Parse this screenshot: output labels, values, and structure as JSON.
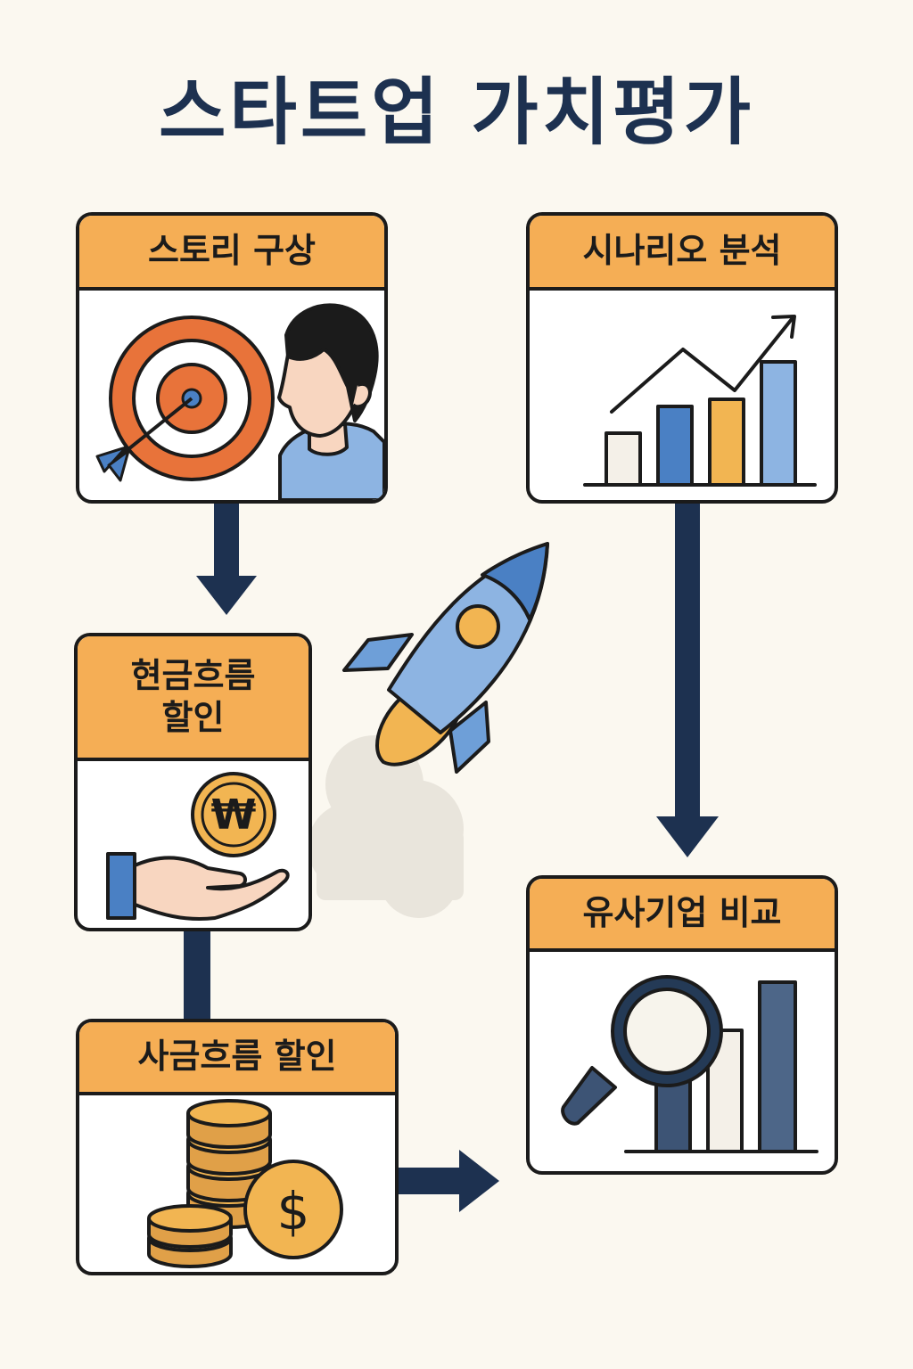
{
  "title": "스타트업 가치평가",
  "cards": {
    "story": {
      "label": "스토리 구상"
    },
    "scenario": {
      "label": "시나리오 분석"
    },
    "dcf": {
      "label_line1": "현금흐름",
      "label_line2": "할인"
    },
    "fcfe": {
      "label": "사금흐름 할인"
    },
    "comparable": {
      "label": "유사기업 비교"
    }
  },
  "icons": {
    "target": "target-icon",
    "person": "person-icon",
    "growth_chart": "growth-chart-icon",
    "won_coin": "won-coin-icon",
    "hand": "hand-icon",
    "coin_stack": "coin-stack-icon",
    "dollar_coin": "dollar-coin-icon",
    "magnifier": "magnifier-icon",
    "rocket": "rocket-icon"
  },
  "glyphs": {
    "won": "₩",
    "dollar": "$"
  },
  "colors": {
    "background": "#FBF8F0",
    "header": "#F5AE55",
    "navy": "#1D3150",
    "orange": "#E8733A",
    "light_blue": "#8DB4E2",
    "mid_blue": "#4A80C4",
    "gold": "#F2B552",
    "slate": "#3D5475"
  }
}
